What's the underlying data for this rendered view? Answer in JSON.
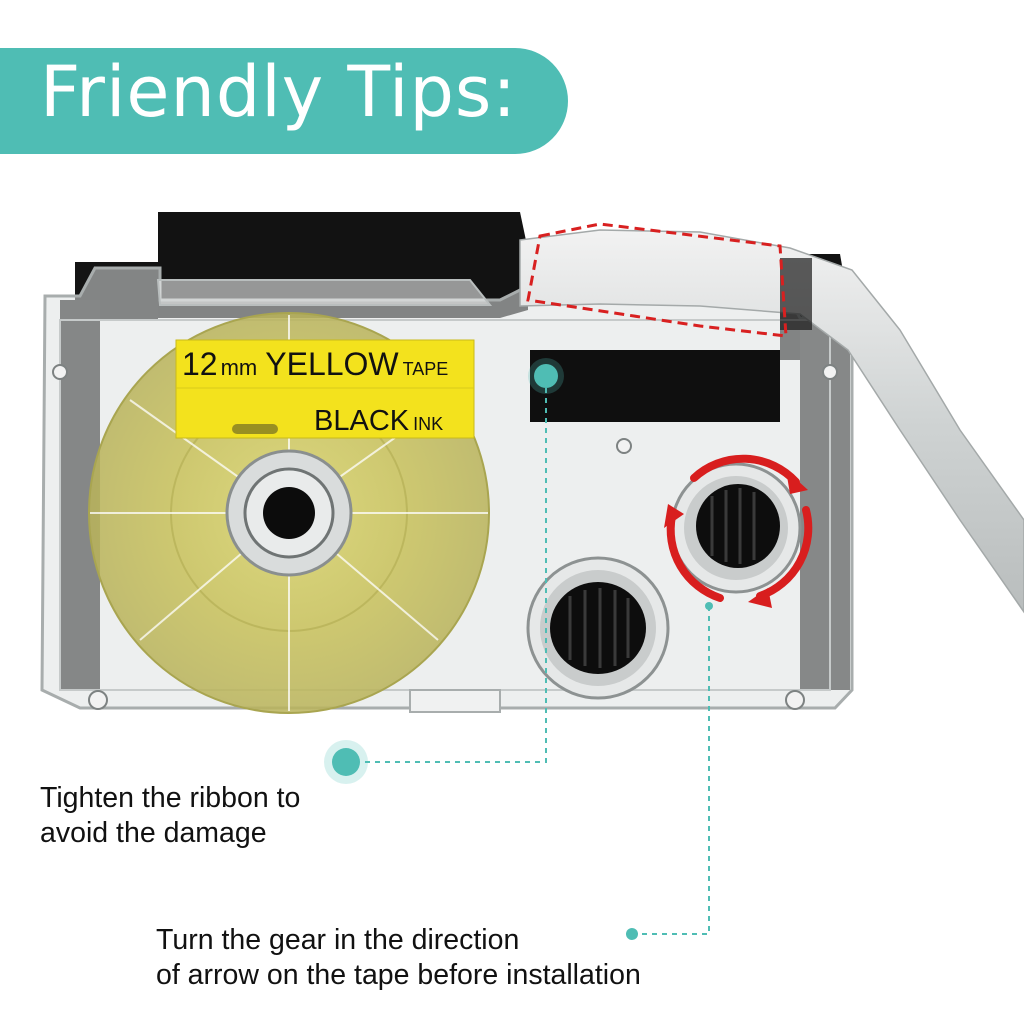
{
  "banner": {
    "title": "Friendly Tips:",
    "color": "#4fbdb4"
  },
  "label": {
    "size_value": "12",
    "size_unit": "mm",
    "color_word": "YELLOW",
    "tape_word": "TAPE",
    "ink_color_word": "BLACK",
    "ink_word": "INK",
    "label_background": "#f3e21d"
  },
  "callouts": [
    {
      "line1": "Tighten the ribbon to",
      "line2": "avoid the damage"
    },
    {
      "line1": "Turn the gear in the direction",
      "line2": "of arrow on the tape before installation"
    }
  ],
  "colors": {
    "accent": "#4fbdb4",
    "arrow_red": "#d81e1e",
    "dashed_highlight": "#d82020"
  },
  "icons": {
    "dot_marker": "circle-marker-icon",
    "rotate_arrows": "rotate-arrows-icon"
  }
}
